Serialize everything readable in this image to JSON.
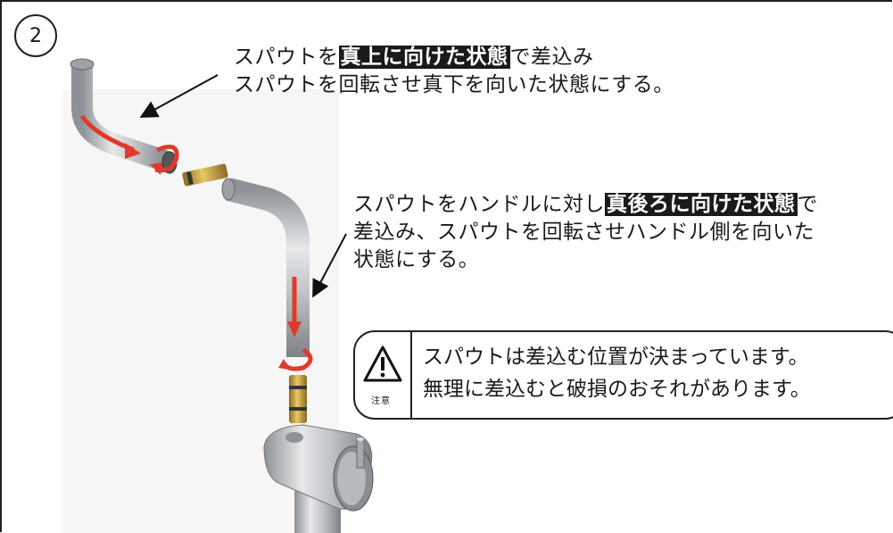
{
  "step_number": "2",
  "instruction_1": {
    "line1_pre": "スパウトを",
    "line1_highlight": "真上に向けた状態",
    "line1_post": "で差込み",
    "line2": "スパウトを回転させ真下を向いた状態にする。"
  },
  "instruction_2": {
    "line1_pre": "スパウトをハンドルに対し",
    "line1_highlight": "真後ろに向けた状態",
    "line1_post": "で",
    "line2": "差込み、スパウトを回転させハンドル側を向いた",
    "line3": "状態にする。"
  },
  "caution": {
    "label": "注意",
    "line1": "スパウトは差込む位置が決まっています。",
    "line2": "無理に差込むと破損のおそれがあります。"
  },
  "colors": {
    "arrow_red": "#e03a2a",
    "spout_metal": "#b9bcc0",
    "fitting_brass": "#c9a040",
    "highlight_bg": "#1a1a1a"
  }
}
